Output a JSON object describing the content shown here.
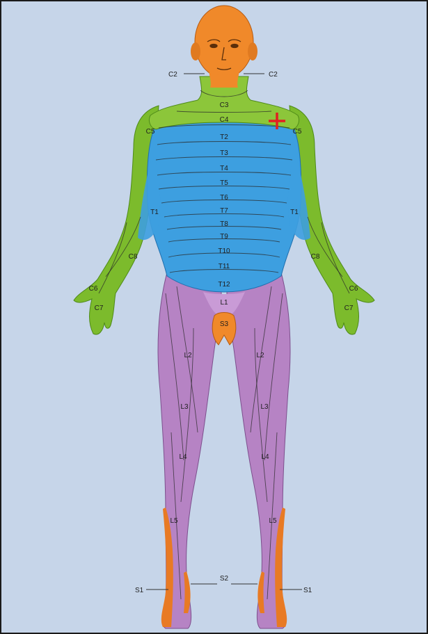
{
  "diagram": {
    "colors": {
      "background": "#c6d5e9",
      "cervical": "#7cbb2c",
      "thoracic": "#3d9fe0",
      "lumbar": "#b683c4",
      "sacral": "#e87a24",
      "head": "#f0892a",
      "marker": "#e02020"
    },
    "marker_icon": "plus-marker-icon",
    "labels": {
      "c2_left": "C2",
      "c2_right": "C2",
      "c3": "C3",
      "c4": "C4",
      "c5_left": "C5",
      "c5_right": "C5",
      "t2": "T2",
      "t3": "T3",
      "t4": "T4",
      "t5": "T5",
      "t6": "T6",
      "t7": "T7",
      "t8": "T8",
      "t9": "T9",
      "t10": "T10",
      "t11": "T11",
      "t12": "T12",
      "t1_left": "T1",
      "t1_right": "T1",
      "c8_left": "C8",
      "c8_right": "C8",
      "c6_left": "C6",
      "c6_right": "C6",
      "c7_left": "C7",
      "c7_right": "C7",
      "l1": "L1",
      "s3": "S3",
      "l2_left": "L2",
      "l2_right": "L2",
      "l3_left": "L3",
      "l3_right": "L3",
      "l4_left": "L4",
      "l4_right": "L4",
      "l5_left": "L5",
      "l5_right": "L5",
      "s2": "S2",
      "s1_left": "S1",
      "s1_right": "S1"
    }
  }
}
